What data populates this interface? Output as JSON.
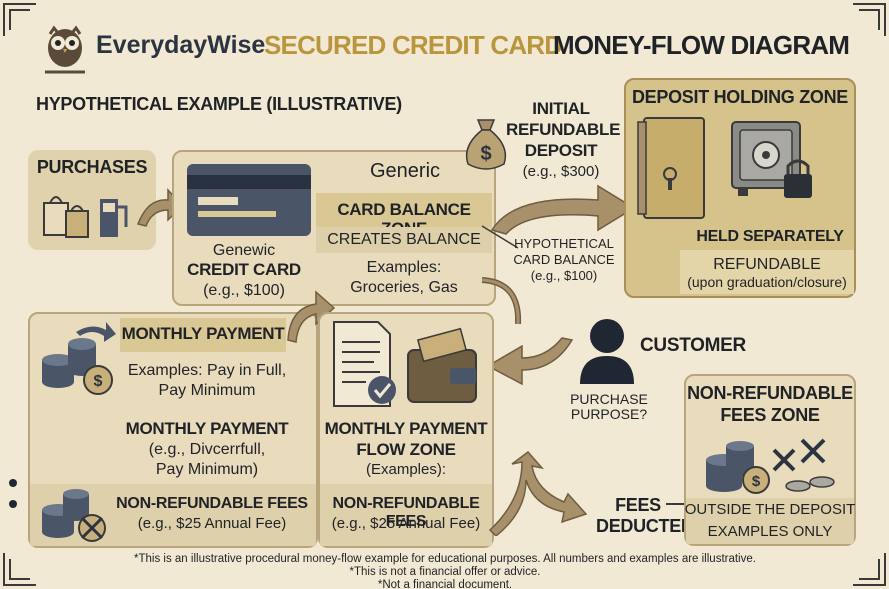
{
  "header": {
    "brand": "EverydayWise",
    "title_gold": "SECURED CREDIT CARD",
    "title_dark": "MONEY-FLOW DIAGRAM",
    "subtitle": "HYPOTHETICAL EXAMPLE (ILLUSTRATIVE)"
  },
  "purchases": {
    "label": "PURCHASES"
  },
  "card": {
    "top_label": "Generic",
    "name_line1": "Genewic",
    "name_line2": "CREDIT CARD",
    "amount": "(e.g., $100)"
  },
  "balance_zone": {
    "title": "CARD BALANCE ZONE",
    "creates": "CREATES BALANCE",
    "examples_label": "Examples:",
    "examples": "Groceries, Gas",
    "hyp_line1": "HYPOTHETICAL",
    "hyp_line2": "CARD BALANCE",
    "hyp_amount": "(e.g., $100)"
  },
  "deposit": {
    "line1": "INITIAL",
    "line2": "REFUNDABLE",
    "line3": "DEPOSIT",
    "amount": "(e.g., $300)"
  },
  "holding_zone": {
    "title": "DEPOSIT HOLDING ZONE",
    "held": "HELD SEPARATELY",
    "refundable": "REFUNDABLE",
    "refundable_note": "(upon graduation/closure)"
  },
  "customer": {
    "label": "CUSTOMER",
    "purpose": "PURCHASE PURPOSE?"
  },
  "left_column": {
    "payment_title": "MONTHLY PAYMENT",
    "payment_examples_1": "Examples: Pay in Full,",
    "payment_examples_2": "Pay Minimum",
    "payment2_title": "MONTHLY PAYMENT",
    "payment2_line1": "(e.g., Divcerrfull,",
    "payment2_line2": "Pay Minimum)",
    "fees_title": "NON-REFUNDABLE FEES",
    "fees_example": "(e.g., $25 Annual Fee)"
  },
  "flow_zone": {
    "title1": "MONTHLY PAYMENT",
    "title2": "FLOW ZONE",
    "examples": "(Examples):",
    "fees_title": "NON-REFUNDABLE FEES",
    "fees_example": "(e.g., $25 Annual Fee)"
  },
  "fees_deducted": {
    "line1": "FEES",
    "line2": "DEDUCTED"
  },
  "nonrefund_zone": {
    "title1": "NON-REFUNDABLE",
    "title2": "FEES ZONE",
    "outside": "OUTSIDE THE DEPOSIT",
    "examples_only": "EXAMPLES ONLY"
  },
  "footer": {
    "line1": "*This is an illustrative procedural money-flow example for educational purposes. All numbers and examples are illustrative.",
    "line2": "*This is not a financial offer or advice.",
    "line3": "*Not a financial document."
  },
  "colors": {
    "background": "#f1e9d4",
    "panel": "#e8dcbd",
    "tan": "#d9c894",
    "gold_title": "#b9953e",
    "dark": "#1f2226",
    "slate": "#4a5668"
  }
}
